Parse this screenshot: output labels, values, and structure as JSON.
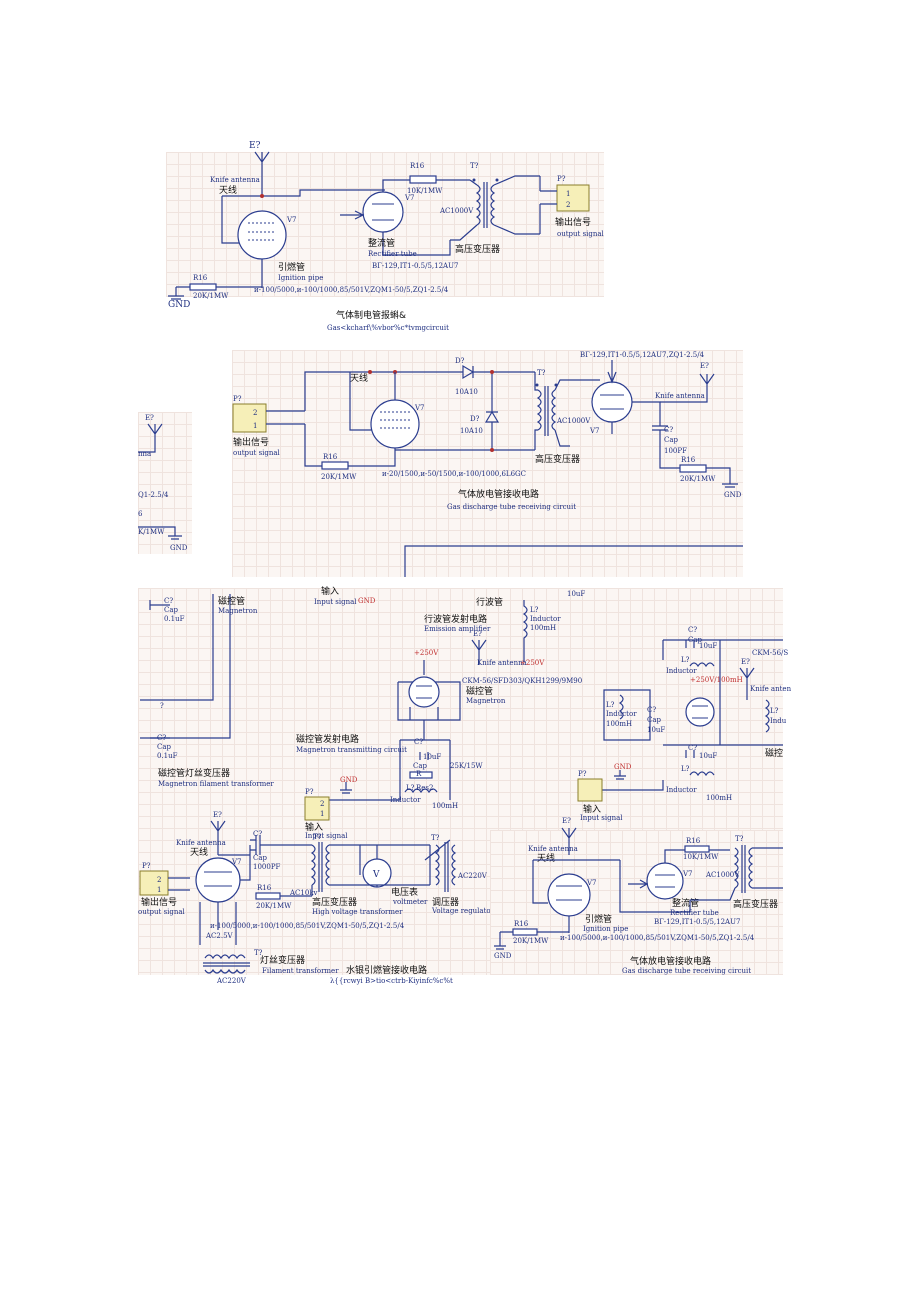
{
  "fig1": {
    "e_label": "E?",
    "antenna_en": "Knife antenna",
    "antenna_cn": "天线",
    "v7": "V7",
    "v7b": "V7",
    "r16": "R16",
    "r16_val": "10K/1MW",
    "t7": "T?",
    "ac": "AC1000V",
    "p7": "P?",
    "pin1": "1",
    "pin2": "2",
    "out_cn": "输出信号",
    "out_en": "output signal",
    "rect_cn": "整流管",
    "rect_en": "Rectifier tube",
    "rect_model": "BГ-129,IT1-0.5/5,12AU7",
    "hv_cn": "高压变压器",
    "ign_cn": "引燃管",
    "ign_en": "Ignition pipe",
    "r16b": "R16",
    "r16b_val": "20K/1MW",
    "models": "и-100/5000,и-100/1000,85/501V,ZQM1-50/5,ZQ1-2.5/4",
    "gnd": "GND",
    "caption_cn": "气体制电管报蝌&",
    "caption_en": "Gas<kcharf\\%vbor%c*tvmgcircuit"
  },
  "fig2": {
    "model_top": "BГ-129,IT1-0.5/5,12AU7,ZQ1-2.5/4",
    "antenna_cn": "天线",
    "d1": "D?",
    "d1_val": "10A10",
    "d2": "D?",
    "d2_val": "10A10",
    "t7": "T?",
    "ac": "AC1000V",
    "v7": "V7",
    "v7b": "V7",
    "knife": "Knife antenna",
    "e_label": "E?",
    "p7": "P?",
    "pin2": "2",
    "pin1": "1",
    "out_cn": "输出信号",
    "out_en": "output signal",
    "c7": "C?",
    "cap": "Cap",
    "cap_val": "100PF",
    "r16": "R16",
    "r16_val": "20K/1MW",
    "r16b": "R16",
    "r16b_val": "20K/1MW",
    "models": "и-20/1500,и-50/1500,и-100/1000,6L6GC",
    "hv_cn": "高压变压器",
    "gnd": "GND",
    "caption_cn": "气体放电管接收电路",
    "caption_en": "Gas discharge tube receiving circuit"
  },
  "fig2l": {
    "e_label": "E?",
    "partial": "nna",
    "partial_model": "Q1-2.5/4",
    "partial_r": "6",
    "partial_val": "K/1MW",
    "gnd": "GND"
  },
  "fig3a": {
    "c7a": "C?",
    "capa": "Cap",
    "capa_val": "0.1uF",
    "mag_cn": "磁控管",
    "mag_en": "Magnetron",
    "q": "?",
    "c7b": "C?",
    "capb": "Cap",
    "capb_val": "0.1uF",
    "fil_cn": "磁控管灯丝变压器",
    "fil_en": "Magnetron filament transformer",
    "input_cn": "输入",
    "input_en": "Input signal",
    "gnd_top": "GND",
    "cap10": "10uF",
    "hang_cn": "行波管",
    "emit_cn": "行波管发射电路",
    "emit_en": "Emission amplifier",
    "e_label": "E?",
    "knife": "Knife antenna",
    "v250a": "+250V",
    "v250b": "+250V",
    "ckm": "CKM-56/SFD303/QKH1299/9M90",
    "mag2_cn": "磁控管",
    "mag2_en": "Magnetron",
    "mtx_cn": "磁控管发射电路",
    "mtx_en": "Magnetron transmitting circuit",
    "c7c": "C?",
    "cap10c": "10uF",
    "capr": "Cap",
    "r": "R",
    "r25k": "25K/15W",
    "gnd": "GND",
    "p7": "P?",
    "pin2": "2",
    "pin1": "1",
    "in2_cn": "输入",
    "in2_en": "Input signal",
    "l7": "L?",
    "res2": "Res2",
    "inductor": "Inductor",
    "l100": "100mH",
    "lb": "L?",
    "lb_ind": "Inductor",
    "lb_val": "100mH",
    "r_c7": "C?",
    "r_cap": "Cap",
    "r_cap10": "10uF",
    "r_l7": "L?",
    "r_ind": "Inductor",
    "r_ckm": "CKM-56/S",
    "r_v250": "+250V/100mH",
    "r_e": "E?",
    "r_knife": "Knife anten",
    "r_l1": "L?",
    "r_ind1": "Inductor",
    "r_l1v": "100mH",
    "r_c7b": "C?",
    "r_capb": "Cap",
    "r_capbv": "10uF",
    "r_l2": "L?",
    "r_ind2": "Indu",
    "r_c7c": "C?",
    "r_cap10c": "10uF",
    "r_l3": "L?",
    "r_ind3": "Inductor",
    "r_l3v": "100mH",
    "r_mag": "磁控",
    "r_gnd": "GND",
    "r_p7": "P?",
    "r_in_cn": "输入",
    "r_in_en": "Input signal"
  },
  "fig3b": {
    "knife": "Knife antenna",
    "antenna_cn": "天线",
    "e_label": "E?",
    "c7": "C?",
    "cap": "Cap",
    "cap_val": "1000PF",
    "t7": "T?",
    "p7": "P?",
    "pin2": "2",
    "pin1": "1",
    "out_cn": "输出信号",
    "out_en": "output signal",
    "v7": "V7",
    "r16": "R16",
    "r16_val": "20K/1MW",
    "ac10k": "AC10kv",
    "hv_cn": "高压变压器",
    "hv_en": "High voltage transformer",
    "vm_cn": "电压表",
    "vm_en": "voltmeter",
    "vm_v": "V",
    "t7b": "T?",
    "ac220": "AC220V",
    "reg_cn": "调压器",
    "reg_en": "Voltage regulator",
    "ac25": "AC2.5V",
    "models": "и-100/5000,и-100/1000,85/501V,ZQM1-50/5,ZQ1-2.5/4",
    "t7c": "T?",
    "fil_cn": "灯丝变压器",
    "fil_en": "Filament transformer",
    "ac220b": "AC220V",
    "cap_cn": "水银引燃管接收电路",
    "cap_en": "λ{{rcwyi B>tio<ctrb-Kiyinfc%c%t"
  },
  "fig3c": {
    "e_label": "E?",
    "knife": "Knife antenna",
    "antenna_cn": "天线",
    "r16": "R16",
    "r16_val": "10K/1MW",
    "t7": "T?",
    "v7": "V7",
    "v7b": "V7",
    "ac": "AC1000V",
    "ign_cn": "引燃管",
    "ign_en": "Ignition pipe",
    "rect_cn": "整流管",
    "rect_en": "Rectifier tube",
    "hv_cn": "高压变压器",
    "model": "BГ-129,IT1-0.5/5,12AU7",
    "r16b": "R16",
    "r16b_val": "20K/1MW",
    "models": "и-100/5000,и-100/1000,85/501V,ZQM1-50/5,ZQ1-2.5/4",
    "gnd": "GND",
    "cap_cn": "气体放电管接收电路",
    "cap_en": "Gas discharge tube receiving circuit"
  }
}
